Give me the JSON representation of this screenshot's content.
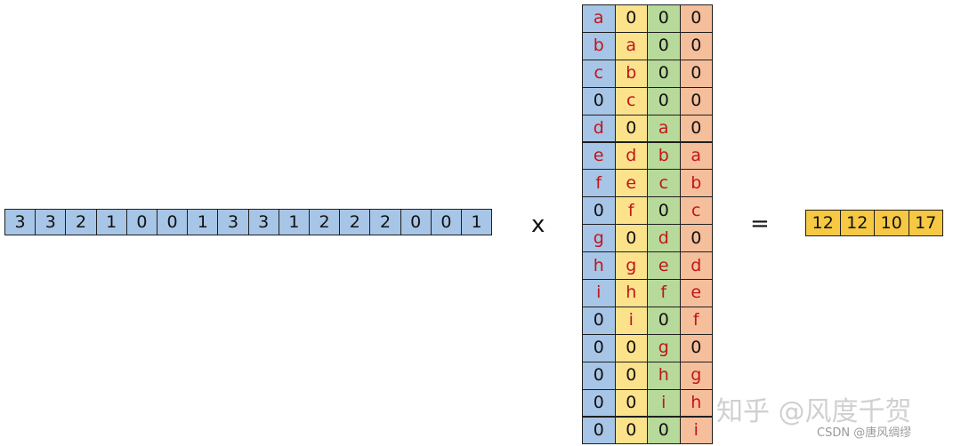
{
  "colors": {
    "input_fill": "#a7c5e6",
    "col_fill": [
      "#a7c5e6",
      "#fbe28b",
      "#b7d99a",
      "#f5bf9c"
    ],
    "output_fill": "#f6c843",
    "zero_text": "#111111",
    "letter_text": "#c0151b"
  },
  "input_vector": [
    "3",
    "3",
    "2",
    "1",
    "0",
    "0",
    "1",
    "3",
    "3",
    "1",
    "2",
    "2",
    "2",
    "0",
    "0",
    "1"
  ],
  "operators": {
    "multiply": "x",
    "equals": "="
  },
  "matrix_columns": [
    [
      "a",
      "b",
      "c",
      "0",
      "d",
      "e",
      "f",
      "0",
      "g",
      "h",
      "i",
      "0",
      "0",
      "0",
      "0",
      "0"
    ],
    [
      "0",
      "a",
      "b",
      "c",
      "0",
      "d",
      "e",
      "f",
      "0",
      "g",
      "h",
      "i",
      "0",
      "0",
      "0",
      "0"
    ],
    [
      "0",
      "0",
      "0",
      "0",
      "a",
      "b",
      "c",
      "0",
      "d",
      "e",
      "f",
      "0",
      "g",
      "h",
      "i",
      "0"
    ],
    [
      "0",
      "0",
      "0",
      "0",
      "0",
      "a",
      "b",
      "c",
      "0",
      "d",
      "e",
      "f",
      "0",
      "g",
      "h",
      "i"
    ]
  ],
  "output_vector": [
    "12",
    "12",
    "10",
    "17"
  ],
  "watermark": "知乎 @风度千贺",
  "credit": "CSDN @唐风绸缪"
}
